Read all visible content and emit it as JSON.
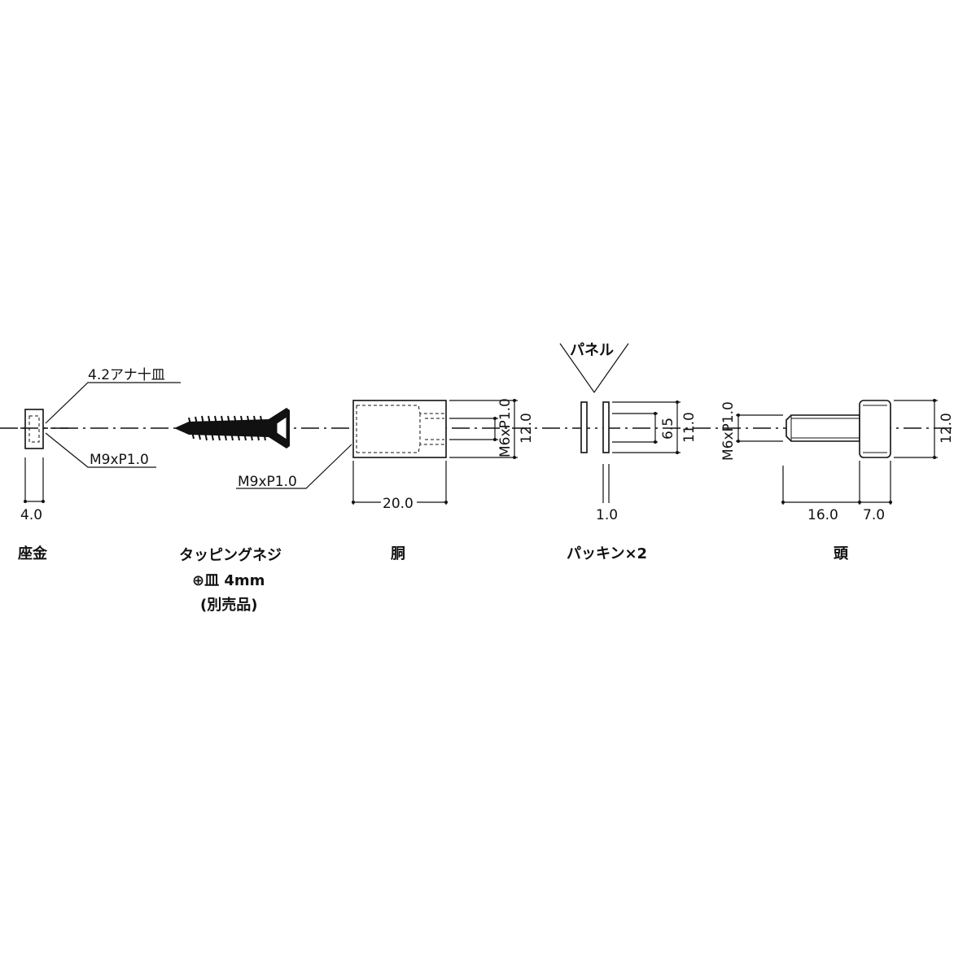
{
  "parts": {
    "washer": {
      "name": "座金",
      "label_top": "4.2アナ十皿",
      "label_bottom": "M9xP1.0",
      "dim_width": "4.0"
    },
    "screw": {
      "name_line1": "タッピングネジ",
      "name_line2": "⊕皿 4mm",
      "name_line3": "(別売品)"
    },
    "body": {
      "name": "胴",
      "label_thread": "M9xP1.0",
      "label_inner": "M6xP1.0",
      "dim_height": "12.0",
      "dim_length": "20.0"
    },
    "packing": {
      "name": "パッキン×2",
      "panel_label": "パネル",
      "dim_inner": "6.5",
      "dim_outer": "11.0",
      "dim_thickness": "1.0"
    },
    "head": {
      "name": "頭",
      "label_thread": "M6xP1.0",
      "dim_height": "12.0",
      "dim_thread_len": "16.0",
      "dim_head_len": "7.0"
    }
  }
}
